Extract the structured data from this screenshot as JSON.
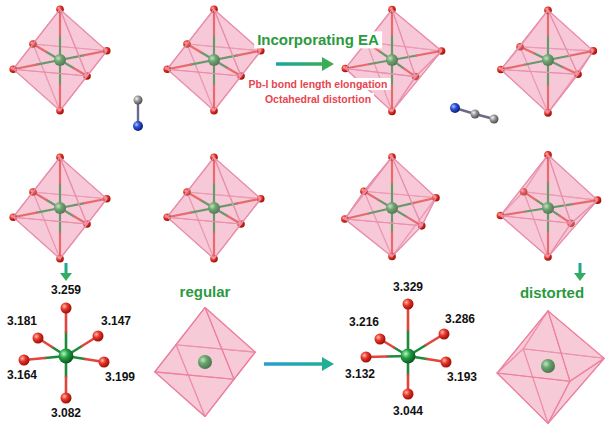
{
  "diagram": {
    "labels": [
      "Incorporating EA",
      "Pb-I bond length elongation",
      "Octahedral distortion",
      "3.259",
      "3.181",
      "3.147",
      "3.164",
      "3.199",
      "3.082",
      "regular",
      "3.329",
      "3.216",
      "3.286",
      "3.132",
      "3.193",
      "3.044",
      "distorted"
    ]
  }
}
